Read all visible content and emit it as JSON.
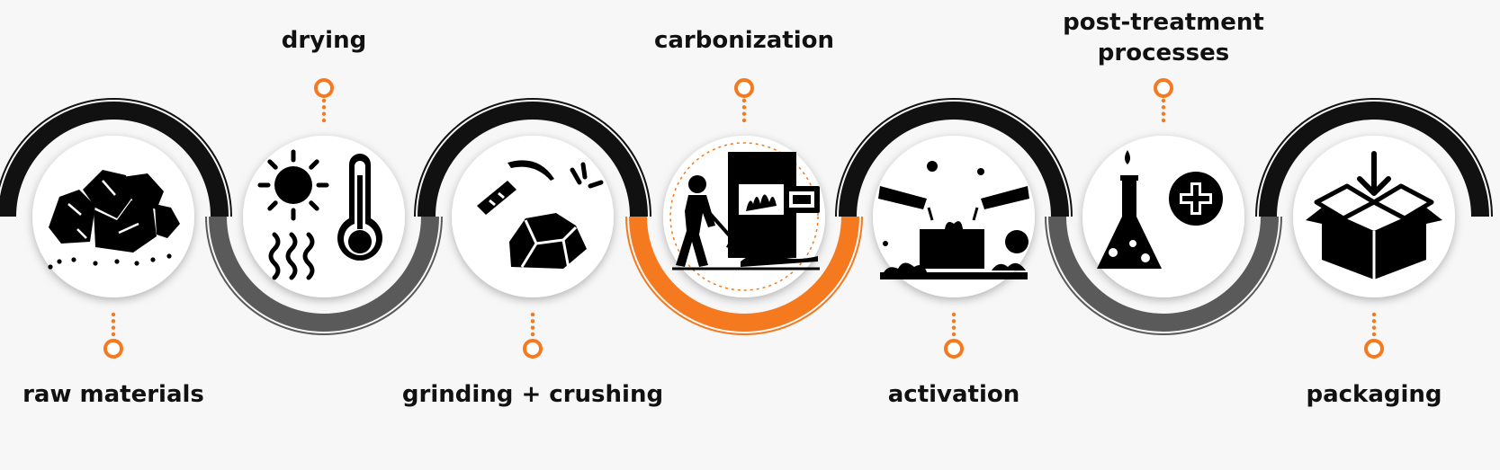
{
  "colors": {
    "accent": "#f4791f",
    "dark_arc": "#111111",
    "grey_arc": "#5a5a5a",
    "icon": "#000000",
    "background": "#f7f7f7"
  },
  "steps": [
    {
      "label_lines": [
        "raw materials"
      ],
      "label_pos": "bottom",
      "arc": "top",
      "icon": "coal-rocks-icon"
    },
    {
      "label_lines": [
        "drying"
      ],
      "label_pos": "top",
      "arc": "bottom",
      "icon": "sun-thermometer-icon"
    },
    {
      "label_lines": [
        "grinding + crushing"
      ],
      "label_pos": "bottom",
      "arc": "top",
      "icon": "pickaxe-rock-icon"
    },
    {
      "label_lines": [
        "carbonization"
      ],
      "label_pos": "top",
      "arc": "bottom-accent",
      "icon": "furnace-worker-icon"
    },
    {
      "label_lines": [
        "activation"
      ],
      "label_pos": "bottom",
      "arc": "top",
      "icon": "pouring-activation-icon"
    },
    {
      "label_lines": [
        "post-treatment",
        "processes"
      ],
      "label_pos": "top",
      "arc": "bottom",
      "icon": "flask-plus-icon"
    },
    {
      "label_lines": [
        "packaging"
      ],
      "label_pos": "bottom",
      "arc": "top",
      "icon": "box-arrow-icon"
    }
  ]
}
